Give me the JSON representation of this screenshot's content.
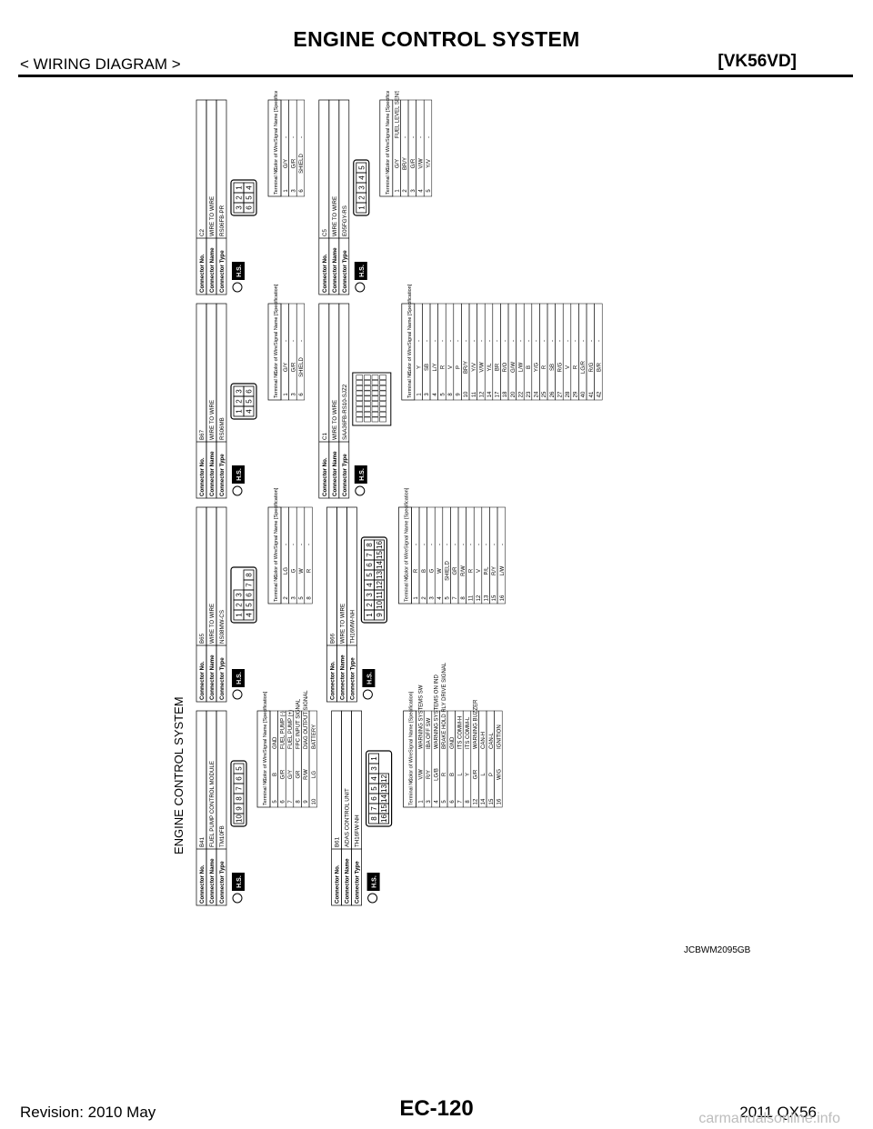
{
  "header": {
    "title": "ENGINE CONTROL SYSTEM",
    "section": "< WIRING DIAGRAM >",
    "model_code": "[VK56VD]"
  },
  "diagram": {
    "title": "ENGINE CONTROL SYSTEM",
    "label_no": "Connector No.",
    "label_name": "Connector Name",
    "label_type": "Connector Type",
    "hs_label": "H.S.",
    "th_terminal": "Terminal No.",
    "th_color": "Color of Wire",
    "th_signal": "Signal Name [Specification]",
    "doc_code": "JCBWM2095GB",
    "connectors": [
      {
        "no": "B41",
        "name": "FUEL PUMP CONTROL MODULE",
        "type": "TM10FB",
        "pins_top": [
          "10",
          "9",
          "8",
          "7",
          "6",
          "5"
        ],
        "rows": [
          [
            "5",
            "B",
            "GND"
          ],
          [
            "6",
            "G/R",
            "FUEL PUMP (-)"
          ],
          [
            "7",
            "G/Y",
            "FUEL PUMP (+)"
          ],
          [
            "8",
            "GR",
            "FPC INPUT SIGNAL"
          ],
          [
            "9",
            "R/W",
            "DIAG OUTPUT SIGNAL"
          ],
          [
            "10",
            "LG",
            "BATTERY"
          ]
        ]
      },
      {
        "no": "B61",
        "name": "ADAS CONTROL UNIT",
        "type": "TH16FW-NH",
        "pins_top": [
          "8",
          "7",
          "6",
          "5",
          "4",
          "3",
          "1"
        ],
        "pins_bottom": [
          "16",
          "15",
          "14",
          "13",
          "12"
        ],
        "rows": [
          [
            "1",
            "V/W",
            "WARNING SYSTEMS SW"
          ],
          [
            "3",
            "R/Y",
            "IBA OFF SW"
          ],
          [
            "4",
            "LG/B",
            "WARNING SYSTEMS ON IND"
          ],
          [
            "5",
            "R",
            "BRAKE HOLD RLY DRIVE SIGNAL"
          ],
          [
            "6",
            "B",
            "GND"
          ],
          [
            "7",
            "L",
            "ITS COMM-H"
          ],
          [
            "8",
            "Y",
            "ITS COMM-L"
          ],
          [
            "12",
            "G/R",
            "WARNING BUZZER"
          ],
          [
            "14",
            "L",
            "CAN-H"
          ],
          [
            "15",
            "P",
            "CAN-L"
          ],
          [
            "16",
            "W/G",
            "IGNITION"
          ]
        ]
      },
      {
        "no": "B65",
        "name": "WIRE TO WIRE",
        "type": "NS08MW-CS",
        "pins_top": [
          "1",
          "2",
          "3"
        ],
        "pins_bottom": [
          "4",
          "5",
          "6",
          "7",
          "8"
        ],
        "rows": [
          [
            "2",
            "LG",
            "-"
          ],
          [
            "3",
            "G",
            "-"
          ],
          [
            "5",
            "W",
            "-"
          ],
          [
            "8",
            "R",
            "-"
          ]
        ]
      },
      {
        "no": "B66",
        "name": "WIRE TO WIRE",
        "type": "TH16MW-NH",
        "pins_top": [
          "1",
          "2",
          "3",
          "4",
          "5",
          "6",
          "7",
          "8"
        ],
        "pins_bottom": [
          "9",
          "10",
          "11",
          "12",
          "13",
          "14",
          "15",
          "16"
        ],
        "rows": [
          [
            "1",
            "R",
            "-"
          ],
          [
            "2",
            "B",
            "-"
          ],
          [
            "3",
            "G",
            "-"
          ],
          [
            "4",
            "W",
            "-"
          ],
          [
            "5",
            "SHIELD",
            "-"
          ],
          [
            "7",
            "GR",
            "-"
          ],
          [
            "8",
            "R/W",
            "-"
          ],
          [
            "11",
            "R",
            "-"
          ],
          [
            "12",
            "V",
            "-"
          ],
          [
            "13",
            "P/L",
            "-"
          ],
          [
            "15",
            "R/Y",
            "-"
          ],
          [
            "16",
            "L/W",
            "-"
          ]
        ]
      },
      {
        "no": "B67",
        "name": "WIRE TO WIRE",
        "type": "RS06MB",
        "pins_top": [
          "1",
          "2",
          "3"
        ],
        "pins_bottom": [
          "4",
          "5",
          "6"
        ],
        "rows": [
          [
            "1",
            "G/Y",
            "-"
          ],
          [
            "3",
            "G/R",
            "-"
          ],
          [
            "6",
            "SHIELD",
            "-"
          ]
        ]
      },
      {
        "no": "C1",
        "name": "WIRE TO WIRE",
        "type": "SAA36FB-RS10-SJZ2",
        "rows": [
          [
            "1",
            "Y",
            "-"
          ],
          [
            "3",
            "SB",
            "-"
          ],
          [
            "4",
            "L/Y",
            "-"
          ],
          [
            "5",
            "R",
            "-"
          ],
          [
            "8",
            "V",
            "-"
          ],
          [
            "9",
            "P",
            "-"
          ],
          [
            "10",
            "BR/Y",
            "-"
          ],
          [
            "11",
            "Y/V",
            "-"
          ],
          [
            "12",
            "V/W",
            "-"
          ],
          [
            "14",
            "Y/L",
            "-"
          ],
          [
            "17",
            "BR",
            "-"
          ],
          [
            "18",
            "R/O",
            "-"
          ],
          [
            "20",
            "G/W",
            "-"
          ],
          [
            "22",
            "L/W",
            "-"
          ],
          [
            "23",
            "B",
            "-"
          ],
          [
            "24",
            "Y/G",
            "-"
          ],
          [
            "25",
            "R",
            "-"
          ],
          [
            "26",
            "SB",
            "-"
          ],
          [
            "27",
            "R/G",
            "-"
          ],
          [
            "28",
            "V",
            "-"
          ],
          [
            "29",
            "R",
            "-"
          ],
          [
            "40",
            "LG/R",
            "-"
          ],
          [
            "41",
            "R/G",
            "-"
          ],
          [
            "42",
            "B/R",
            "-"
          ]
        ]
      },
      {
        "no": "C2",
        "name": "WIRE TO WIRE",
        "type": "RS06FB-PR",
        "pins_top": [
          "3",
          "2",
          "1"
        ],
        "pins_bottom": [
          "6",
          "5",
          "4"
        ],
        "rows": [
          [
            "1",
            "G/Y",
            "-"
          ],
          [
            "3",
            "G/R",
            "-"
          ],
          [
            "6",
            "SHIELD",
            "-"
          ]
        ]
      },
      {
        "no": "C5",
        "name": "WIRE TO WIRE",
        "type": "E05FGY-RS",
        "pins_top": [
          "1",
          "2",
          "3",
          "4",
          "5"
        ],
        "signal_c5_1": "FUEL LEVEL SENSOR UNIT AND FUEL PUMP",
        "rows": [
          [
            "1",
            "G/Y",
            "-"
          ],
          [
            "2",
            "BR/Y",
            "-"
          ],
          [
            "3",
            "G/R",
            "-"
          ],
          [
            "4",
            "V/W",
            "-"
          ],
          [
            "5",
            "Y/V",
            "-"
          ]
        ]
      }
    ]
  },
  "footer": {
    "revision": "Revision: 2010 May",
    "page": "EC-120",
    "model": "2011 QX56",
    "watermark": "carmanualsonline.info"
  }
}
